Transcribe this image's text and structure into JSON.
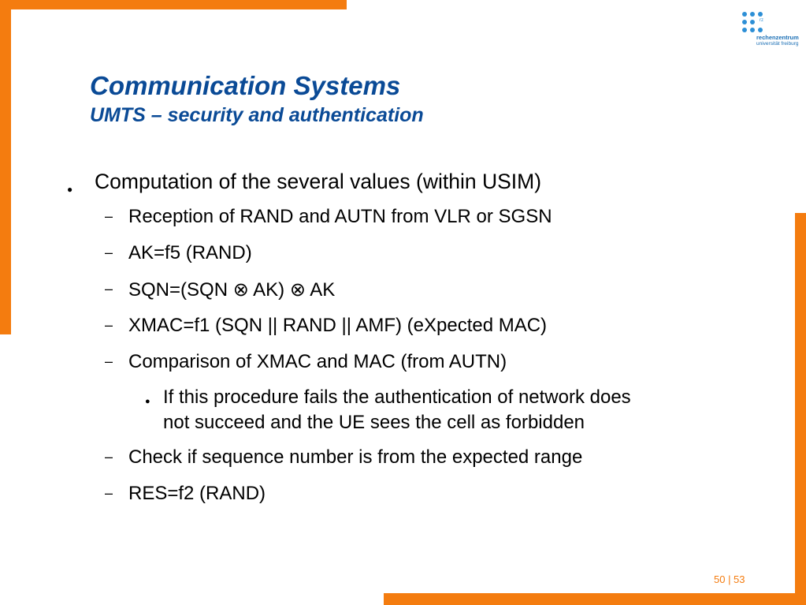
{
  "slide": {
    "title": "Communication Systems",
    "subtitle": "UMTS – security and authentication",
    "bullet": "Computation of the several values (within USIM)",
    "subitems": [
      "Reception of RAND and AUTN from VLR or SGSN",
      "AK=f5 (RAND)",
      "SQN=(SQN ⊗ AK) ⊗ AK",
      "XMAC=f1 (SQN || RAND || AMF)  (eXpected MAC)",
      "Comparison of XMAC and MAC (from AUTN)",
      "Check if sequence number is from the expected range",
      "RES=f2 (RAND)"
    ],
    "nested_item_lines": [
      "If this procedure fails the authentication of network does",
      "not succeed and the UE sees the cell as forbidden"
    ],
    "bullet_glyph": "●",
    "dash_glyph": "–",
    "page_number": "50 | 53"
  },
  "logo": {
    "small_mark": "rz",
    "line1": "rechenzentrum",
    "line2": "universität freiburg"
  },
  "colors": {
    "accent": "#f47c0f",
    "title": "#0a4a96",
    "logo": "#2d8fd6"
  }
}
